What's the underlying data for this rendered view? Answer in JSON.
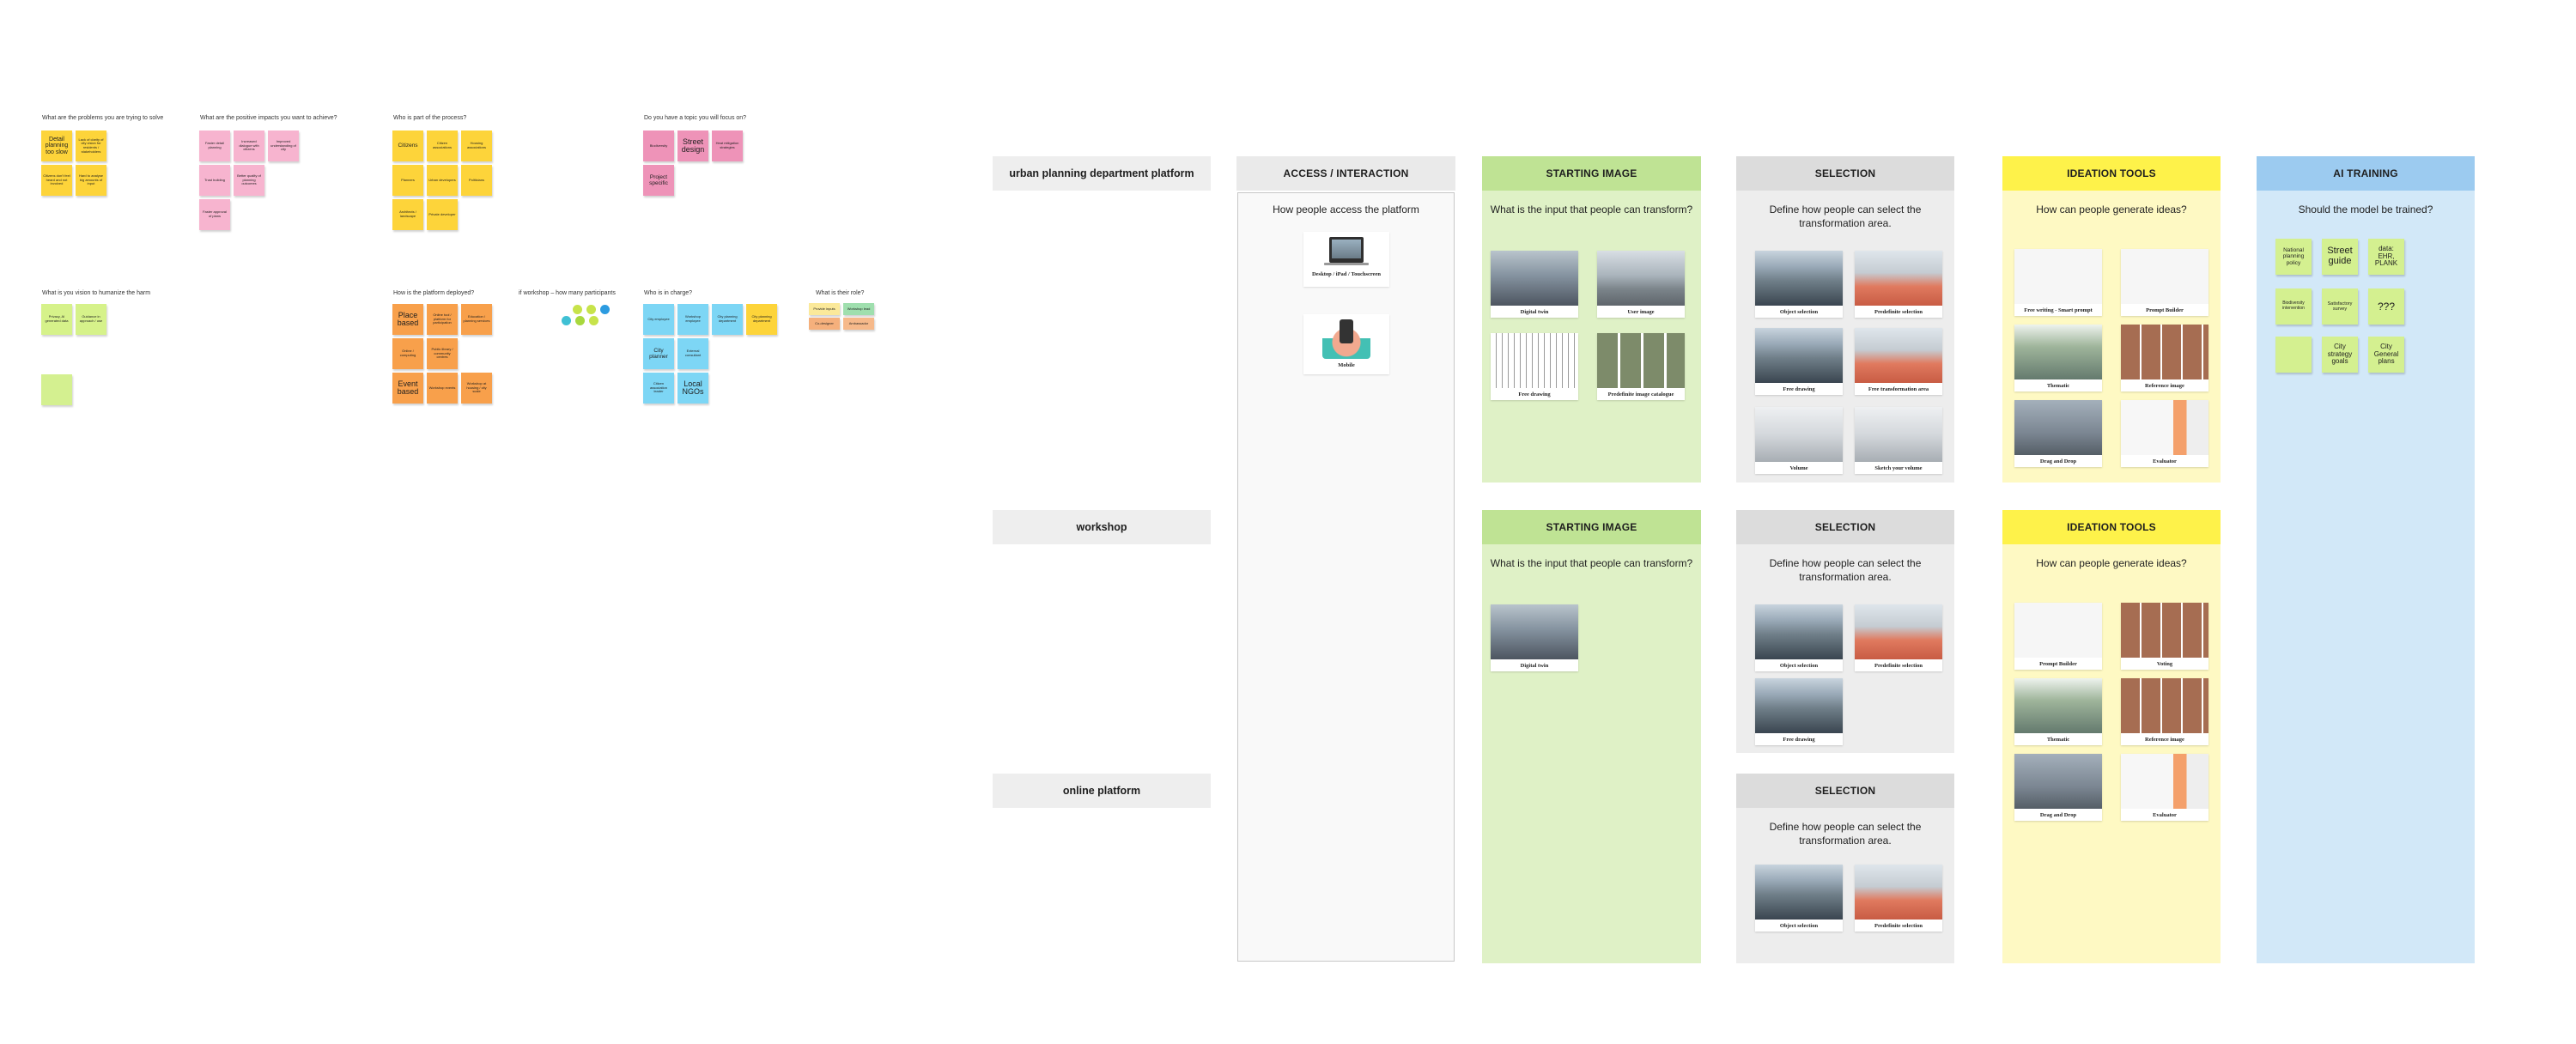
{
  "brainstorm": {
    "q_problems": "What are the problems you are trying to solve",
    "q_impacts": "What are the positive impacts you want to achieve?",
    "q_process": "Who is part of the process?",
    "q_topic": "Do you have a topic you will focus on?",
    "q_harm": "What is you vision to humanize the harm",
    "q_deploy": "How is the platform deployed?",
    "q_participants": "if workshop – how many participants",
    "q_incharge": "Who is in charge?",
    "q_role": "What is their role?",
    "problem_notes": [
      "Detail planning too slow",
      "Lack of clarity of city vision for residents / stakeholders",
      "Citizens don't feel heard and not involved",
      "Hard to analyse big amounts of input"
    ],
    "impact_notes": [
      "Faster detail planning",
      "Increased dialogue with citizens",
      "Improved understanding of city",
      "Trust building",
      "Better quality of planning outcomes",
      "Faster approval of plans"
    ],
    "process_notes": [
      "Citizens",
      "Citizen associations",
      "Housing associations",
      "Planners",
      "Urban developers",
      "Politicians",
      "Architects / landscape",
      "Private developer"
    ],
    "topic_notes": [
      "Biodiversity",
      "Street design",
      "Heat mitigation strategies",
      "Project specific"
    ],
    "harm_notes": [
      "Privacy, AI generated data",
      "Guidance in approach / use"
    ],
    "deploy_notes": [
      "Place based",
      "Online tool / platform for participation",
      "Education / planning services",
      "Online / computing",
      "Public library / community centres",
      "Event based",
      "Workshop events",
      "Workshop at housing / city scale"
    ],
    "incharge_notes": [
      "City employee",
      "Workshop employee",
      "City planning department",
      "City planning department",
      "City planner",
      "External consultant",
      "Citizen association leader",
      "Local NGOs"
    ],
    "role_notes": [
      "Provide inputs",
      "Workshop lead",
      "Co-designer",
      "Ambassador"
    ]
  },
  "rows": {
    "urban": "urban planning department platform",
    "workshop": "workshop",
    "online": "online platform"
  },
  "access": {
    "title": "ACCESS / INTERACTION",
    "question": "How people access the platform",
    "desktop": "Desktop / iPad / Touchscreen",
    "mobile": "Mobile"
  },
  "starting_image": {
    "title": "STARTING IMAGE",
    "question": "What is the input that people can transform?",
    "items": [
      "Digital twin",
      "User image",
      "Free drawing",
      "Predefinite image catalogue"
    ],
    "workshop_items": [
      "Digital twin"
    ]
  },
  "selection": {
    "title": "SELECTION",
    "question": "Define how people can select the transformation area.",
    "items": [
      "Object selection",
      "Predefinite selection",
      "Free drawing",
      "Free transformation area",
      "Volume",
      "Sketch your volume"
    ],
    "workshop_items": [
      "Object selection",
      "Predefinite selection",
      "Free drawing"
    ],
    "online_items": [
      "Object selection",
      "Predefinite selection"
    ]
  },
  "ideation": {
    "title": "IDEATION TOOLS",
    "question": "How can people generate ideas?",
    "items": [
      "Free writing - Smart prompt",
      "Prompt Builder",
      "Thematic",
      "Reference image",
      "Drag and Drop",
      "Evaluator"
    ],
    "workshop_items": [
      "Prompt Builder",
      "Voting",
      "Thematic",
      "Reference image",
      "Drag and Drop",
      "Evaluator"
    ]
  },
  "ai_training": {
    "title": "AI TRAINING",
    "question": "Should the model be trained?",
    "notes": [
      "National planning policy",
      "Street guide",
      "data: EHR, PLANK",
      "Biodiversity intervention",
      "Satisfactory survey",
      "???",
      "",
      "City strategy goals",
      "City General plans"
    ]
  },
  "colors": {
    "access_bg": "#f9f9f9",
    "starting_bg": "#dff1c6",
    "starting_head": "#bfe394",
    "selection_bg": "#ededed",
    "selection_head": "#dcdcdc",
    "ideation_bg": "#fef9c3",
    "ideation_head": "#fef24a",
    "ai_bg": "#d2e8f8",
    "ai_head": "#9ccbf0"
  }
}
